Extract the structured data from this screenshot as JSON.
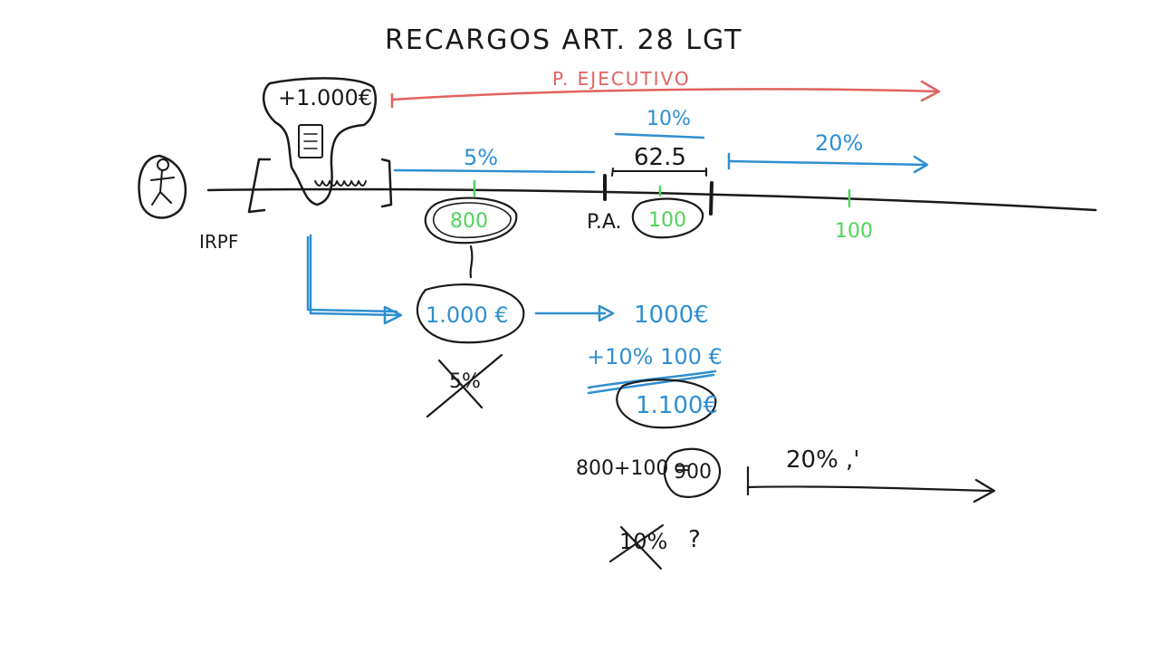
{
  "colors": {
    "ink": "#1a1a1a",
    "blue": "#2f8fd0",
    "red": "#e0625f",
    "green": "#4fd45a"
  },
  "title": "RECARGOS ART. 28 LGT",
  "periodo_ejecutivo": "P. EJECUTIVO",
  "notice_amount": "+1.000€",
  "taxpayer_label": "IRPF",
  "timeline": {
    "surcharge_5": "5%",
    "surcharge_10": "10%",
    "surcharge_10_amount": "62.5",
    "surcharge_20": "20%",
    "payment_1": "800",
    "pa_label": "P.A.",
    "payment_2": "100",
    "payment_3": "100"
  },
  "calculation": {
    "debt_circle": "1.000 €",
    "debt_result": "1000€",
    "plus_ten": "+10% 100 €",
    "total": "1.100€",
    "partial_sum": "800+100 =",
    "partial_result": "900",
    "crossed_five": "5%",
    "crossed_ten": "10%",
    "question": "?",
    "twenty_note": "20% ,'"
  }
}
